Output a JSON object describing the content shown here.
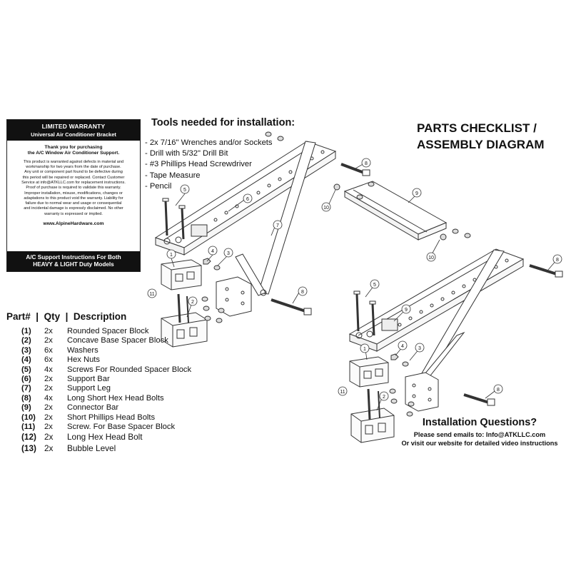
{
  "warranty": {
    "title": "LIMITED WARRANTY",
    "subtitle": "Universal Air Conditioner Bracket",
    "thanks_line1": "Thank you for purchasing",
    "thanks_line2": "the A/C Window Air Conditioner Support.",
    "body_lines": [
      "This product is warranted against defects in material and",
      "workmanship for two years from the date of purchase.",
      "Any unit or component part found to be defective during",
      "this period will be repaired or replaced. Contact Customer",
      "Service at info@ATKLLC.com for replacement instructions.",
      "Proof of purchase is required to validate this warranty.",
      "Improper installation, misuse, modifications, changes or",
      "adaptations to this product void the warranty. Liability for",
      "failure due to normal wear and usage or consequential",
      "and incidental damage is expressly disclaimed. No other",
      "warranty is expressed or implied."
    ],
    "website": "www.AlpineHardware.com",
    "footer_line1": "A/C Support Instructions For Both",
    "footer_line2": "HEAVY & LIGHT Duty Models"
  },
  "tools": {
    "heading": "Tools needed for installation:",
    "items": [
      "- 2x 7/16\" Wrenches and/or Sockets",
      "- Drill with 5/32\" Drill Bit",
      "- #3 Phillips Head Screwdriver",
      "- Tape Measure",
      "- Pencil"
    ]
  },
  "checklist": {
    "line1": "PARTS CHECKLIST /",
    "line2": "ASSEMBLY DIAGRAM"
  },
  "parts": {
    "header_part": "Part#",
    "header_qty": "Qty",
    "header_desc": "Description",
    "rows": [
      {
        "num": "(1)",
        "qty": "2x",
        "desc": "Rounded Spacer Block"
      },
      {
        "num": "(2)",
        "qty": "2x",
        "desc": "Concave Base Spacer Block"
      },
      {
        "num": "(3)",
        "qty": "6x",
        "desc": "Washers"
      },
      {
        "num": "(4)",
        "qty": "6x",
        "desc": "Hex Nuts"
      },
      {
        "num": "(5)",
        "qty": "4x",
        "desc": "Screws For Rounded Spacer Block"
      },
      {
        "num": "(6)",
        "qty": "2x",
        "desc": "Support Bar"
      },
      {
        "num": "(7)",
        "qty": "2x",
        "desc": "Support Leg"
      },
      {
        "num": "(8)",
        "qty": "4x",
        "desc": "Long Short Hex Head Bolts"
      },
      {
        "num": "(9)",
        "qty": "2x",
        "desc": "Connector Bar"
      },
      {
        "num": "(10)",
        "qty": "2x",
        "desc": "Short Phillips Head Bolts"
      },
      {
        "num": "(11)",
        "qty": "2x",
        "desc": "Screw. For Base Spacer Block"
      },
      {
        "num": "(12)",
        "qty": "2x",
        "desc": "Long Hex Head Bolt"
      },
      {
        "num": "(13)",
        "qty": "2x",
        "desc": "Bubble Level"
      }
    ]
  },
  "install": {
    "title": "Installation Questions?",
    "line1": "Please send emails to: Info@ATKLLC.com",
    "line2": "Or visit our website for detailed video instructions"
  },
  "callouts": {
    "c1": "1",
    "c2": "2",
    "c3": "3",
    "c4": "4",
    "c5": "5",
    "c6": "6",
    "c7": "7",
    "c8": "8",
    "c9": "9",
    "c10": "10",
    "c11": "11"
  }
}
